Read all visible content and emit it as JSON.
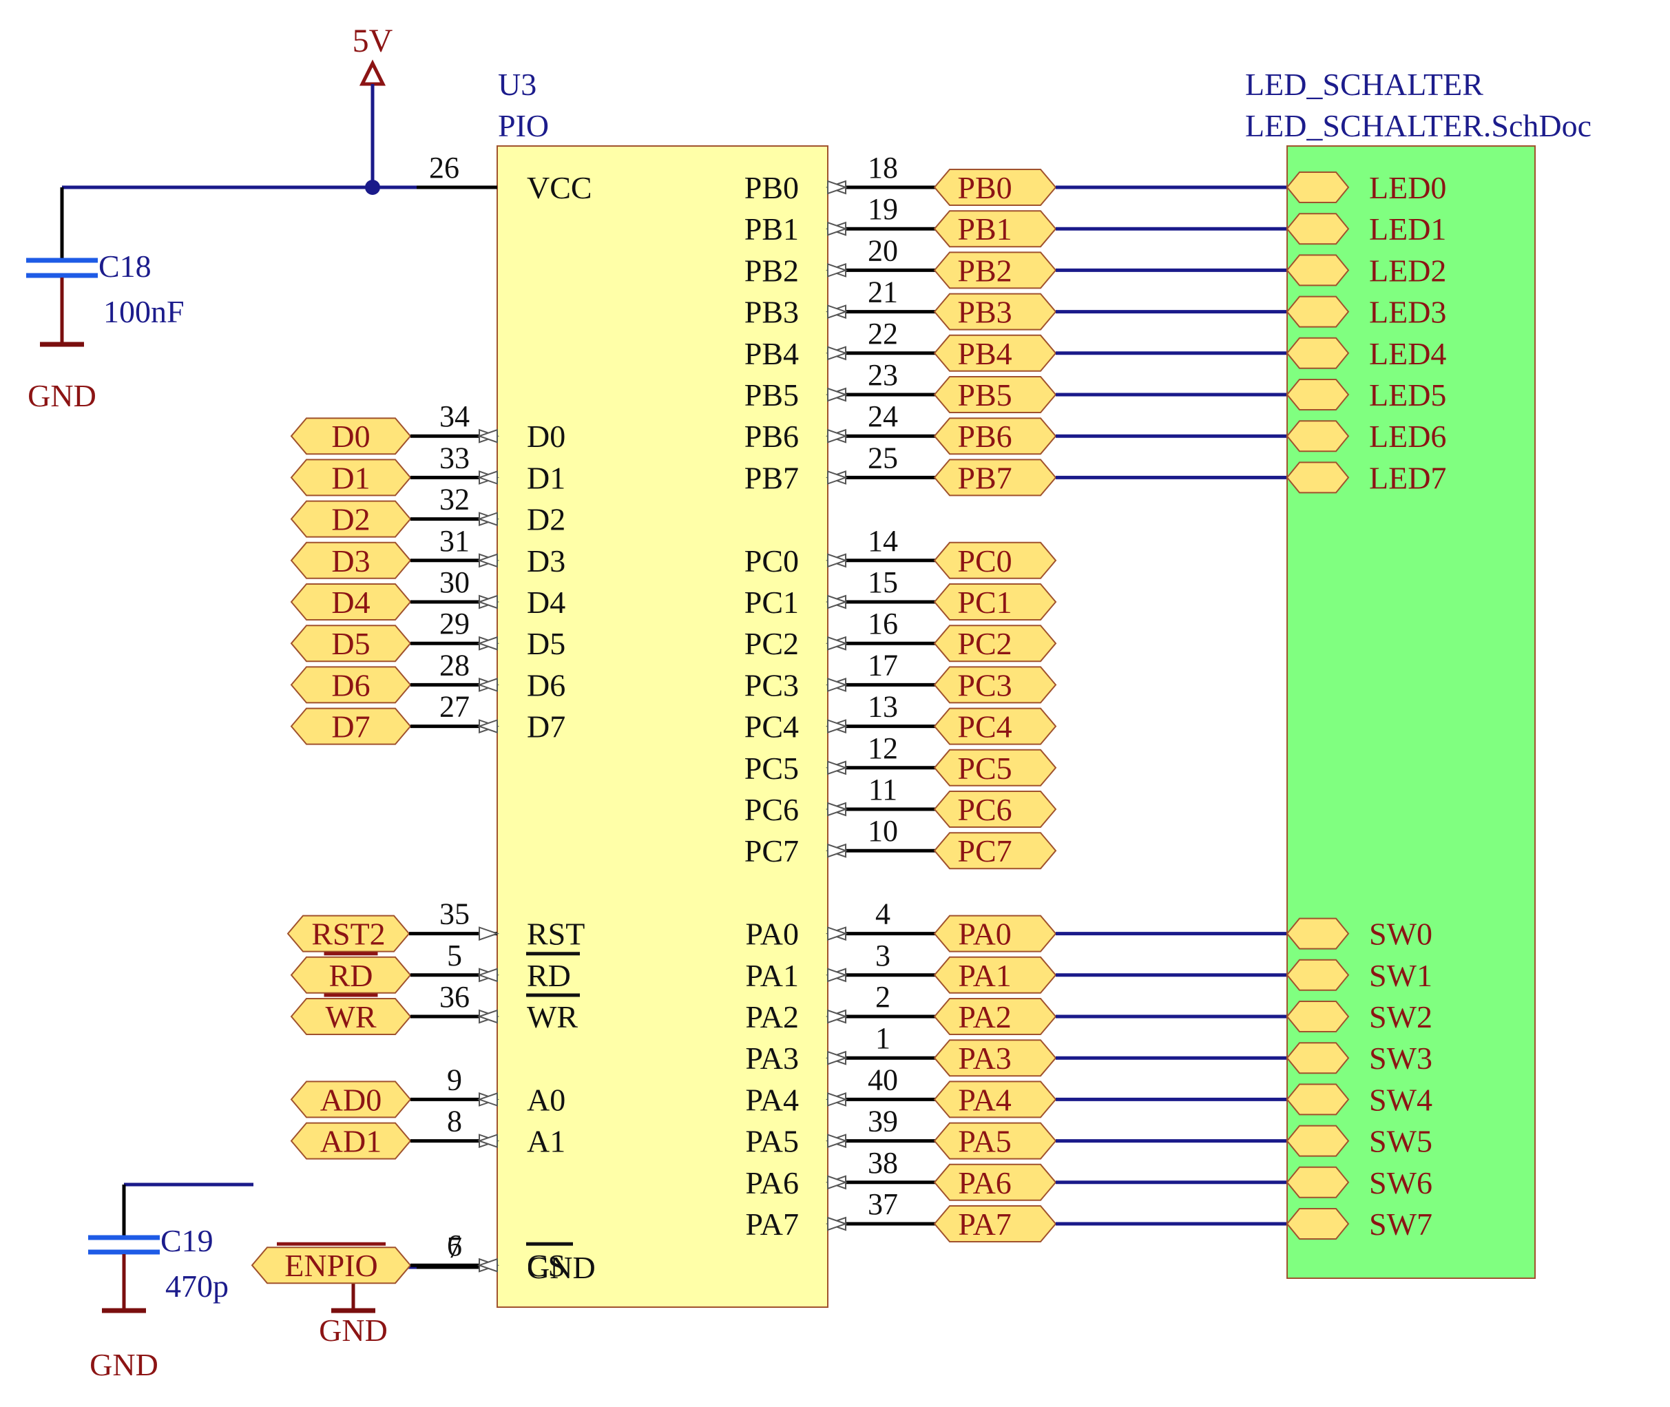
{
  "colors": {
    "wire": "#1a1a8a",
    "ic_fill": "#ffffa8",
    "port_fill": "#ffe47a",
    "sheet_fill": "#80ff80",
    "net_text": "#8c1414",
    "label_text": "#1c1c8c"
  },
  "power": {
    "vcc_label": "5V"
  },
  "caps": {
    "c18": {
      "ref": "C18",
      "value": "100nF",
      "gnd": "GND"
    },
    "c19": {
      "ref": "C19",
      "value": "470p",
      "gnd": "GND"
    }
  },
  "ic": {
    "designator": "U3",
    "comment": "PIO",
    "vcc": {
      "name": "VCC",
      "num": "26"
    },
    "gnd": {
      "name": "GND",
      "num": "7",
      "gnd_label": "GND"
    },
    "left": [
      {
        "name": "D0",
        "num": "34",
        "port": "D0"
      },
      {
        "name": "D1",
        "num": "33",
        "port": "D1"
      },
      {
        "name": "D2",
        "num": "32",
        "port": "D2"
      },
      {
        "name": "D3",
        "num": "31",
        "port": "D3"
      },
      {
        "name": "D4",
        "num": "30",
        "port": "D4"
      },
      {
        "name": "D5",
        "num": "29",
        "port": "D5"
      },
      {
        "name": "D6",
        "num": "28",
        "port": "D6"
      },
      {
        "name": "D7",
        "num": "27",
        "port": "D7"
      },
      {
        "name": "RST",
        "num": "35",
        "port": "RST2"
      },
      {
        "name": "RD",
        "num": "5",
        "port": "RD"
      },
      {
        "name": "WR",
        "num": "36",
        "port": "WR"
      },
      {
        "name": "A0",
        "num": "9",
        "port": "AD0"
      },
      {
        "name": "A1",
        "num": "8",
        "port": "AD1"
      },
      {
        "name": "CS",
        "num": "6",
        "port": "ENPIO"
      }
    ],
    "right": [
      {
        "name": "PB0",
        "num": "18",
        "port": "PB0",
        "entry": "LED0"
      },
      {
        "name": "PB1",
        "num": "19",
        "port": "PB1",
        "entry": "LED1"
      },
      {
        "name": "PB2",
        "num": "20",
        "port": "PB2",
        "entry": "LED2"
      },
      {
        "name": "PB3",
        "num": "21",
        "port": "PB3",
        "entry": "LED3"
      },
      {
        "name": "PB4",
        "num": "22",
        "port": "PB4",
        "entry": "LED4"
      },
      {
        "name": "PB5",
        "num": "23",
        "port": "PB5",
        "entry": "LED5"
      },
      {
        "name": "PB6",
        "num": "24",
        "port": "PB6",
        "entry": "LED6"
      },
      {
        "name": "PB7",
        "num": "25",
        "port": "PB7",
        "entry": "LED7"
      },
      {
        "name": "PC0",
        "num": "14",
        "port": "PC0"
      },
      {
        "name": "PC1",
        "num": "15",
        "port": "PC1"
      },
      {
        "name": "PC2",
        "num": "16",
        "port": "PC2"
      },
      {
        "name": "PC3",
        "num": "17",
        "port": "PC3"
      },
      {
        "name": "PC4",
        "num": "13",
        "port": "PC4"
      },
      {
        "name": "PC5",
        "num": "12",
        "port": "PC5"
      },
      {
        "name": "PC6",
        "num": "11",
        "port": "PC6"
      },
      {
        "name": "PC7",
        "num": "10",
        "port": "PC7"
      },
      {
        "name": "PA0",
        "num": "4",
        "port": "PA0",
        "entry": "SW0"
      },
      {
        "name": "PA1",
        "num": "3",
        "port": "PA1",
        "entry": "SW1"
      },
      {
        "name": "PA2",
        "num": "2",
        "port": "PA2",
        "entry": "SW2"
      },
      {
        "name": "PA3",
        "num": "1",
        "port": "PA3",
        "entry": "SW3"
      },
      {
        "name": "PA4",
        "num": "40",
        "port": "PA4",
        "entry": "SW4"
      },
      {
        "name": "PA5",
        "num": "39",
        "port": "PA5",
        "entry": "SW5"
      },
      {
        "name": "PA6",
        "num": "38",
        "port": "PA6",
        "entry": "SW6"
      },
      {
        "name": "PA7",
        "num": "37",
        "port": "PA7",
        "entry": "SW7"
      }
    ]
  },
  "sheet": {
    "name": "LED_SCHALTER",
    "file": "LED_SCHALTER.SchDoc"
  }
}
